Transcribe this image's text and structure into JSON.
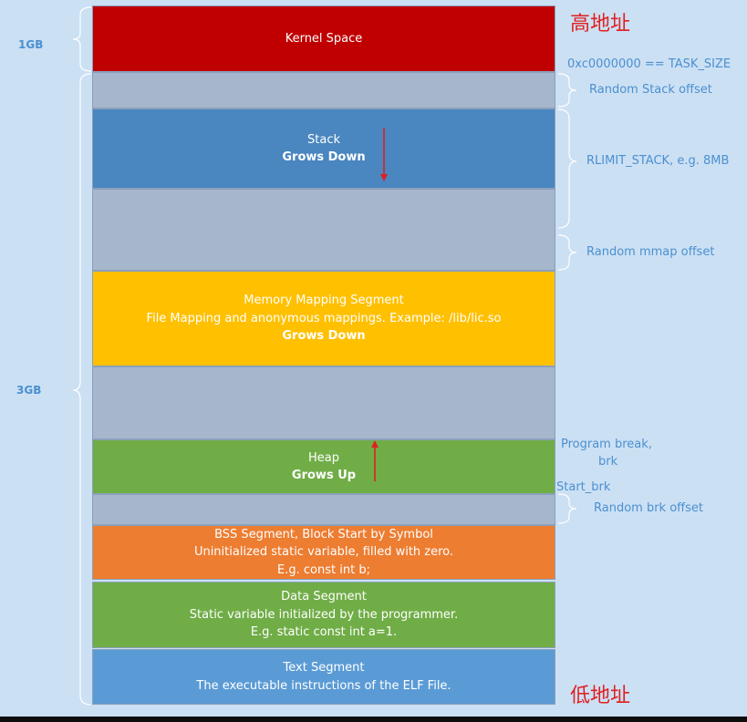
{
  "segments": {
    "kernel": {
      "label": "Kernel Space"
    },
    "stack": {
      "label": "Stack",
      "growth": "Grows Down"
    },
    "mmap": {
      "label": "Memory Mapping Segment",
      "desc": "File Mapping and anonymous mappings. Example: /lib/lic.so",
      "growth": "Grows Down"
    },
    "heap": {
      "label": "Heap",
      "growth": "Grows Up"
    },
    "bss": {
      "label": "BSS Segment, Block Start by Symbol",
      "desc": "Uninitialized static variable, filled with zero.",
      "example": "E.g. const int b;"
    },
    "data": {
      "label": "Data Segment",
      "desc": "Static variable initialized by the programmer.",
      "example": "E.g. static const int a=1."
    },
    "text": {
      "label": "Text Segment",
      "desc": "The executable instructions of the ELF File."
    }
  },
  "annotations": {
    "high_address": "高地址",
    "low_address": "低地址",
    "task_size": "0xc0000000 == TASK_SIZE",
    "random_stack_offset": "Random Stack offset",
    "rlimit_stack": "RLIMIT_STACK, e.g. 8MB",
    "random_mmap_offset": "Random mmap offset",
    "program_break": "Program break,",
    "brk": "brk",
    "start_brk": "Start_brk",
    "random_brk_offset": "Random brk offset"
  },
  "sizes": {
    "kernel": "1GB",
    "user": "3GB"
  },
  "colors": {
    "background": "#cce0f4",
    "kernel": "#c00000",
    "gap": "#a6b6cc",
    "stack": "#4a86bf",
    "mmap": "#ffc000",
    "heap": "#70ad47",
    "bss": "#ed7d31",
    "data": "#70ad47",
    "text": "#5b9bd5",
    "arrow": "#e02020",
    "annotation": "#4a90d0"
  }
}
